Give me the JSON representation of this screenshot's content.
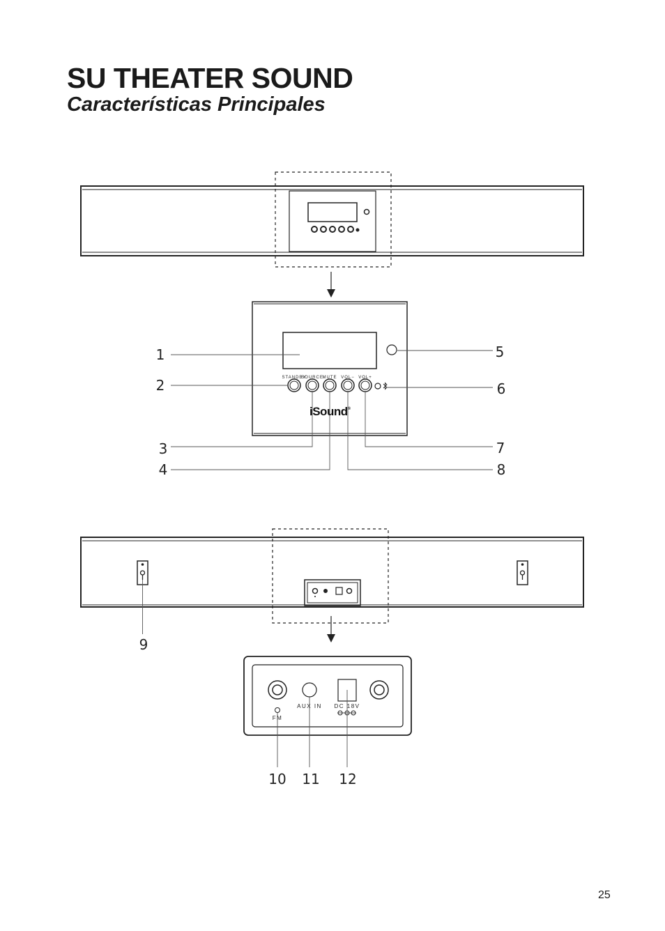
{
  "header": {
    "title": "SU THEATER SOUND",
    "subtitle": "Características Principales"
  },
  "front_panel": {
    "button_labels": [
      "STANDBY",
      "SOURCE",
      "MUTE",
      "VOL−",
      "VOL+"
    ],
    "brand": "iSound",
    "brand_mark": "®"
  },
  "rear_panel": {
    "port_labels": {
      "fm": "FM",
      "aux": "AUX IN",
      "dc": "DC 18V"
    }
  },
  "callouts": [
    "1",
    "2",
    "3",
    "4",
    "5",
    "6",
    "7",
    "8",
    "9",
    "10",
    "11",
    "12"
  ],
  "footer": {
    "page_number": "25"
  }
}
